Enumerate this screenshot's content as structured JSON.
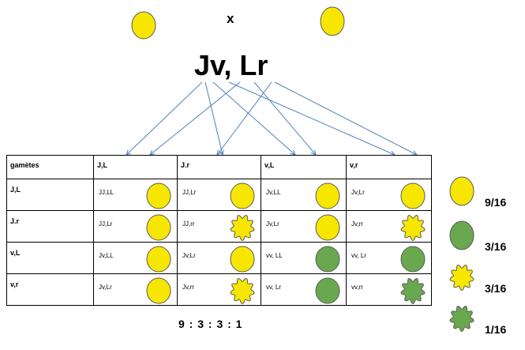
{
  "cross_symbol": "x",
  "parent_genotype": "Jv, Lr",
  "colors": {
    "yellow": "#f7e600",
    "green": "#6aa84f",
    "arrow": "#4f81bd",
    "outline": "#5a5a5a"
  },
  "icons": {
    "yellow-smooth": "yellow-smooth-pea-icon",
    "yellow-wrinkled": "yellow-wrinkled-pea-icon",
    "green-smooth": "green-smooth-pea-icon",
    "green-wrinkled": "green-wrinkled-pea-icon"
  },
  "table": {
    "corner": "gamètes",
    "columns": [
      "J,L",
      "J.r",
      "v,L",
      "v,r"
    ],
    "rows": [
      {
        "label": "J,L",
        "cells": [
          {
            "genotype": "JJ,LL",
            "pea": "yellow-smooth"
          },
          {
            "genotype": "JJ,Lr",
            "pea": "yellow-smooth"
          },
          {
            "genotype": "Jv,LL",
            "pea": "yellow-smooth"
          },
          {
            "genotype": "Jv,Lr",
            "pea": "yellow-smooth"
          }
        ]
      },
      {
        "label": "J.r",
        "cells": [
          {
            "genotype": "JJ,Lr",
            "pea": "yellow-smooth"
          },
          {
            "genotype": "JJ,rr",
            "pea": "yellow-wrinkled"
          },
          {
            "genotype": "Jv,Lr",
            "pea": "yellow-smooth"
          },
          {
            "genotype": "Jv,rr",
            "pea": "yellow-wrinkled"
          }
        ]
      },
      {
        "label": "v,L",
        "cells": [
          {
            "genotype": "Jv,LL",
            "pea": "yellow-smooth"
          },
          {
            "genotype": "Jv,Lr",
            "pea": "yellow-smooth"
          },
          {
            "genotype": "vv, LL",
            "pea": "green-smooth"
          },
          {
            "genotype": "vv, Lr",
            "pea": "green-smooth"
          }
        ]
      },
      {
        "label": "v,r",
        "cells": [
          {
            "genotype": "Jv,Lr",
            "pea": "yellow-smooth"
          },
          {
            "genotype": "Jv,rr",
            "pea": "yellow-wrinkled"
          },
          {
            "genotype": "vv, Lr",
            "pea": "green-smooth"
          },
          {
            "genotype": "vv,rr",
            "pea": "green-wrinkled"
          }
        ]
      }
    ]
  },
  "legend": [
    {
      "pea": "yellow-smooth",
      "fraction": "9/16"
    },
    {
      "pea": "green-smooth",
      "fraction": "3/16"
    },
    {
      "pea": "yellow-wrinkled",
      "fraction": "3/16"
    },
    {
      "pea": "green-wrinkled",
      "fraction": "1/16"
    }
  ],
  "ratio": "9 : 3 : 3 : 1"
}
